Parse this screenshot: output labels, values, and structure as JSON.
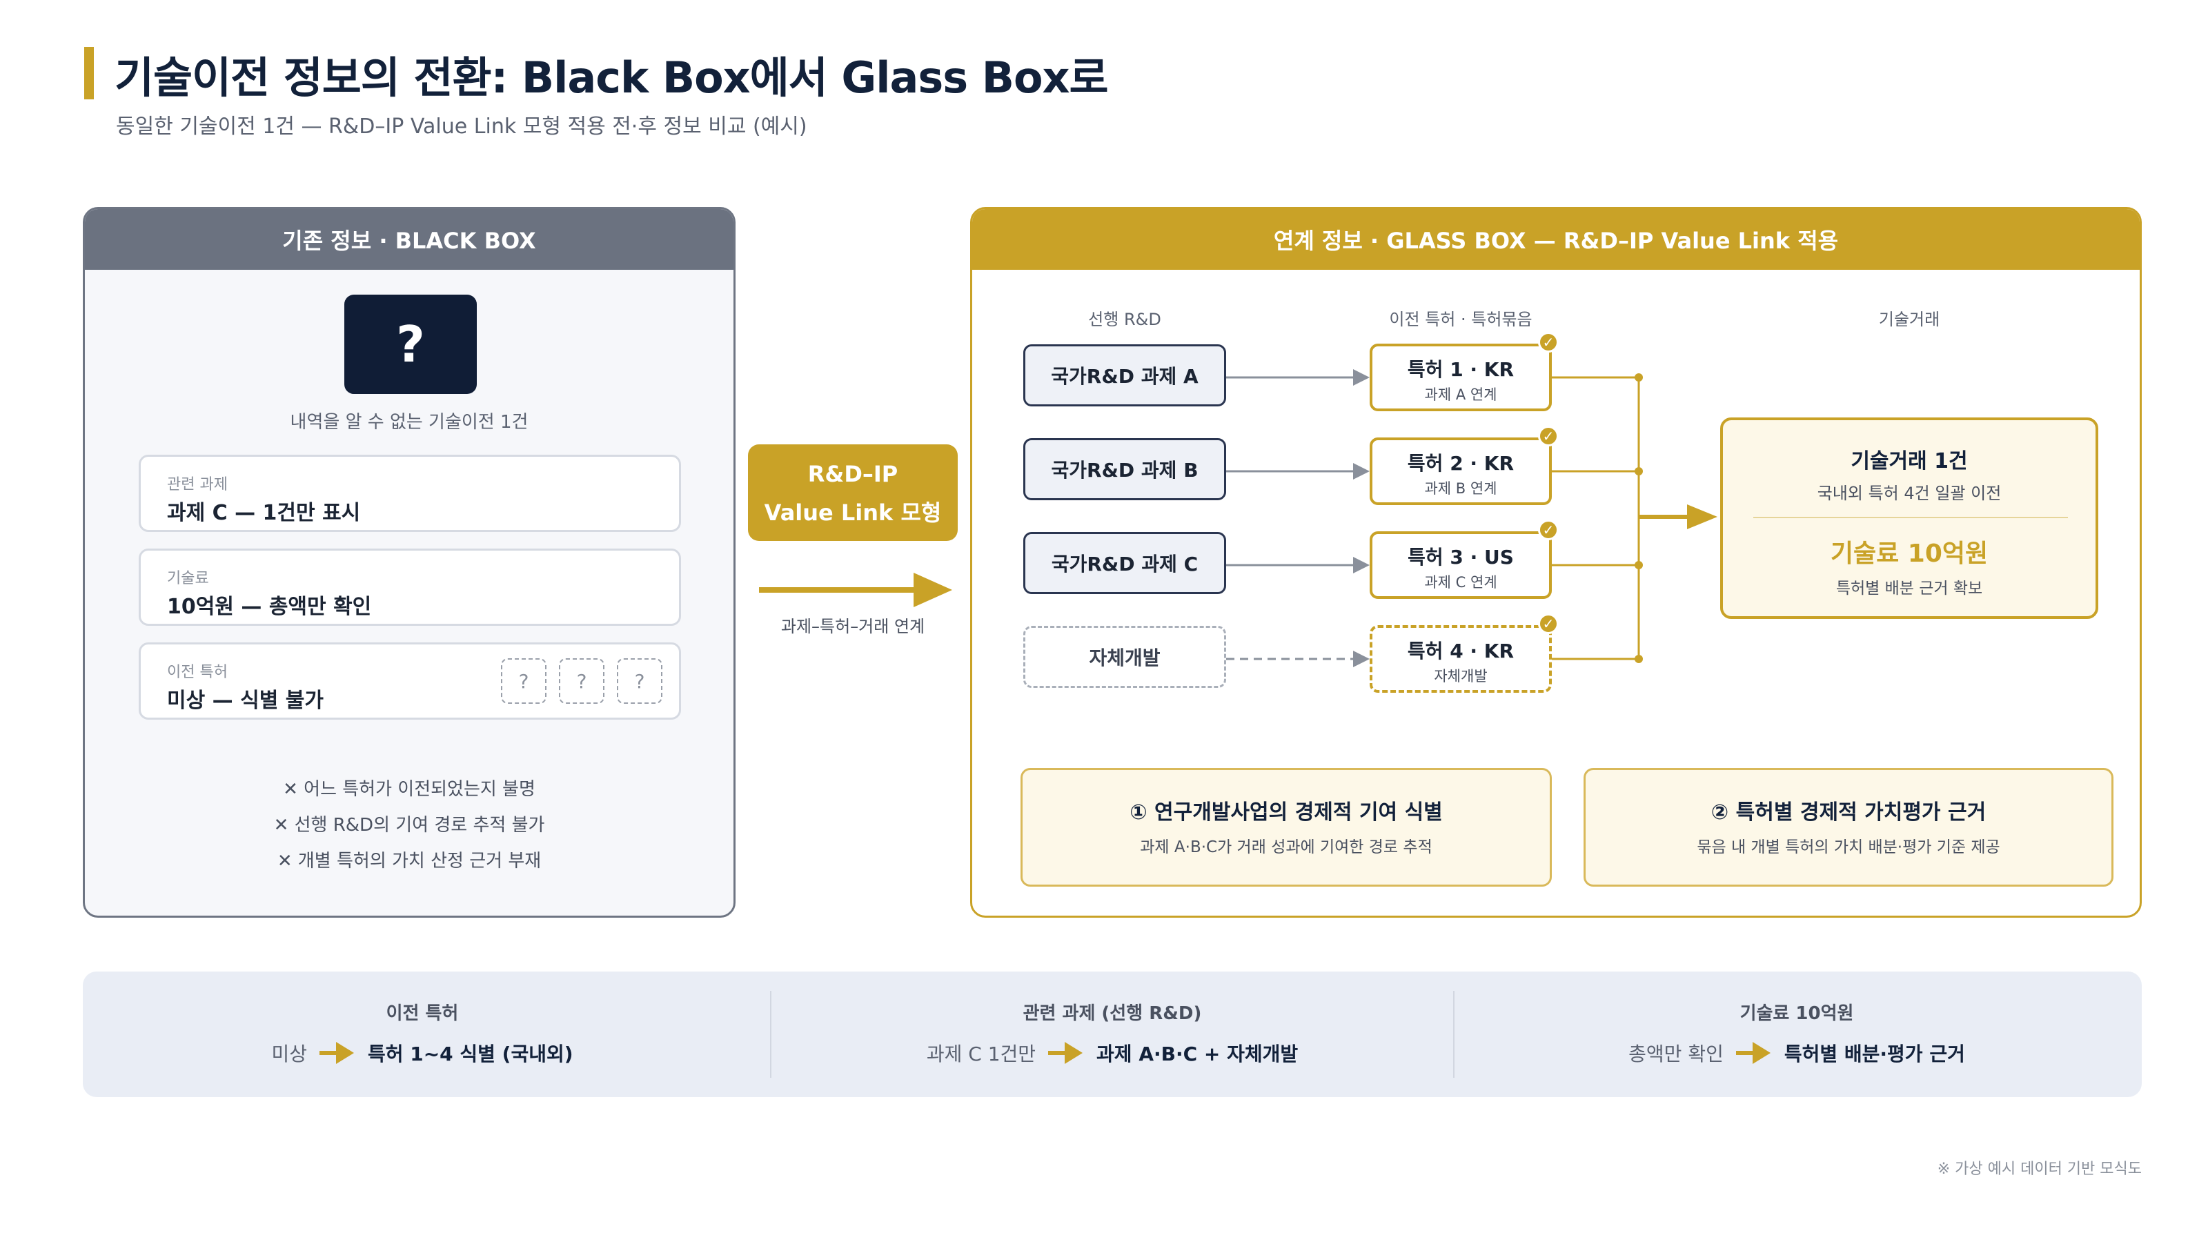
{
  "header": {
    "title": "기술이전 정보의 전환: Black Box에서 Glass Box로",
    "subtitle": "동일한 기술이전 1건 — R&D–IP Value Link 모형 적용 전·후 정보 비교 (예시)"
  },
  "black_box": {
    "title": "기존 정보 · BLACK BOX",
    "question_mark": "?",
    "caption": "내역을 알 수 없는 기술이전 1건",
    "fields": [
      {
        "label": "관련 과제",
        "value": "과제 C — 1건만 표시"
      },
      {
        "label": "기술료",
        "value": "10억원 — 총액만 확인"
      },
      {
        "label": "이전 특허",
        "value": "미상 — 식별 불가"
      }
    ],
    "unknown_marks": [
      "?",
      "?",
      "?"
    ],
    "problems": [
      "✕ 어느 특허가 이전되었는지 불명",
      "✕ 선행 R&D의 기여 경로 추적 불가",
      "✕ 개별 특허의 가치 산정 근거 부재"
    ]
  },
  "middle": {
    "model_line1": "R&D–IP",
    "model_line2": "Value Link 모형",
    "caption": "과제–특허–거래 연계"
  },
  "glass_box": {
    "title": "연계 정보 · GLASS BOX — R&D–IP Value Link 적용",
    "col_rd": "선행 R&D",
    "col_patent": "이전 특허 · 특허묶음",
    "col_deal": "기술거래",
    "rd_items": [
      "국가R&D 과제 A",
      "국가R&D 과제 B",
      "국가R&D 과제 C",
      "자체개발"
    ],
    "patents": [
      {
        "title": "특허 1 · KR",
        "sub": "과제 A 연계"
      },
      {
        "title": "특허 2 · KR",
        "sub": "과제 B 연계"
      },
      {
        "title": "특허 3 · US",
        "sub": "과제 C 연계"
      },
      {
        "title": "특허 4 · KR",
        "sub": "자체개발"
      }
    ],
    "check_mark": "✓",
    "deal": {
      "title": "기술거래 1건",
      "sub": "국내외 특허 4건 일괄 이전",
      "fee": "기술료 10억원",
      "fee_sub": "특허별 배분 근거 확보"
    },
    "insights": [
      {
        "title": "① 연구개발사업의 경제적 기여 식별",
        "sub": "과제 A·B·C가 거래 성과에 기여한 경로 추적"
      },
      {
        "title": "② 특허별 경제적 가치평가 근거",
        "sub": "묶음 내 개별 특허의 가치 배분·평가 기준 제공"
      }
    ]
  },
  "comparison": [
    {
      "head": "이전 특허",
      "from": "미상",
      "to": "특허 1~4 식별 (국내외)"
    },
    {
      "head": "관련 과제 (선행 R&D)",
      "from": "과제 C 1건만",
      "to": "과제 A·B·C + 자체개발"
    },
    {
      "head": "기술료 10억원",
      "from": "총액만 확인",
      "to": "특허별 배분·평가 근거"
    }
  ],
  "footnote": "※ 가상 예시 데이터 기반 모식도",
  "colors": {
    "gold": "#c9a227",
    "navy": "#101d36",
    "gray": "#6b7280",
    "band": "#e9edf5"
  }
}
